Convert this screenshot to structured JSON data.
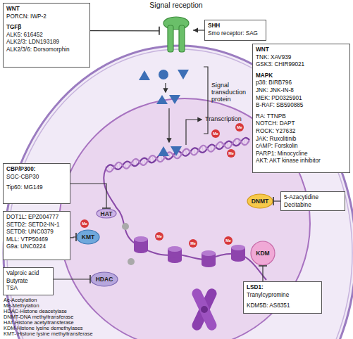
{
  "diagram": {
    "nodes": [
      {
        "text": [
          "Signal reception"
        ]
      },
      {
        "text": [
          "WNT",
          "PORCN: IWP-2",
          "TGFβ",
          "ALK5: 616452",
          "ALK2/3: LDN193189",
          "ALK2/3/6: Dorsomorphin"
        ]
      },
      {
        "text": [
          "SHH",
          "Smo receptor: SAG"
        ]
      },
      {
        "text": [
          "WNT",
          "TNK: XAV939",
          "GSK3: CHIR99021",
          "MAPK",
          "p38: BIRB796",
          "JNK: JNK-IN-8",
          "MEK: PD0325901",
          "B-RAF: SB590885",
          "RA: TTNPB",
          "NOTCH: DAPT",
          "ROCK: Y27632",
          "JAK: Ruxolitinib",
          "cAMP: Forskolin",
          "PARP1: Minocycline",
          "AKT: AKT kinase inhibitor"
        ]
      },
      {
        "text": [
          "CBP/P300:",
          "SGC-CBP30",
          "Tip60: MG149"
        ]
      },
      {
        "text": [
          "DOT1L: EPZ004777",
          "SETD2: SETD2-IN-1",
          "SETD8: UNC0379",
          "MLL: VTP50469",
          "G9a: UNC0224"
        ]
      },
      {
        "text": [
          "Valproic acid",
          "Butyrate",
          "TSA"
        ]
      },
      {
        "text": [
          "5-Azacytidine",
          "Decitabine"
        ]
      },
      {
        "text": [
          "LSD1:",
          "Tranylcypromine",
          "KDM5B: AS8351"
        ]
      },
      {
        "text": [
          "HAT"
        ]
      },
      {
        "text": [
          "KMT"
        ]
      },
      {
        "text": [
          "HDAC"
        ]
      },
      {
        "text": [
          "DNMT"
        ]
      },
      {
        "text": [
          "KDM"
        ]
      }
    ],
    "edges": [
      {
        "from": 1,
        "to": 0,
        "arrow": "to"
      },
      {
        "from": 2,
        "to": 0,
        "arrow": "to"
      },
      {
        "from": 4,
        "to": 9,
        "arrow": "to"
      },
      {
        "from": 5,
        "to": 10,
        "arrow": "to"
      },
      {
        "from": 6,
        "to": 11,
        "arrow": "to"
      },
      {
        "from": 7,
        "to": 12,
        "arrow": "to"
      },
      {
        "from": 8,
        "to": 13,
        "arrow": "to"
      }
    ],
    "labels": [
      "Transcription",
      "Signal transduction protein",
      "Me",
      "Me",
      "Me",
      "Me",
      "Me",
      "Me",
      "Me",
      "Ac-Acetylation",
      "Me-Methylation",
      "HDAC-Histone deacetylase",
      "DNMT-DNA methyltransferase",
      "HAT-Histone acetyltransferase",
      "KDM-Histone lysine demethylases",
      "KMT- Histone lysine methyltransferase"
    ]
  }
}
